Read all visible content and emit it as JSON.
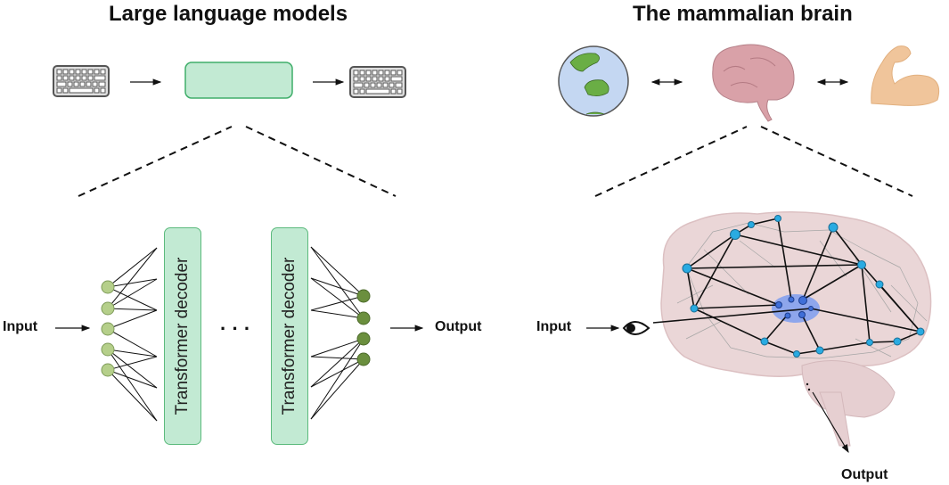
{
  "left_panel": {
    "title": "Large language models",
    "input_label": "Input",
    "output_label": "Output",
    "decoder_label": "Transformer decoder",
    "ellipsis": "· · ·",
    "input_icon": "keyboard-icon",
    "output_icon": "keyboard-icon",
    "model_box_color": "#c2ead3",
    "input_node_color": "#b5cf8a",
    "output_node_color": "#6b8f3e"
  },
  "right_panel": {
    "title": "The mammalian brain",
    "input_label": "Input",
    "output_label": "Output",
    "icons": [
      "globe-icon",
      "brain-icon",
      "flexed-arm-icon"
    ],
    "sensor_icon": "eye-icon",
    "node_color": "#29abe2",
    "core_color": "#3f6fd8"
  }
}
